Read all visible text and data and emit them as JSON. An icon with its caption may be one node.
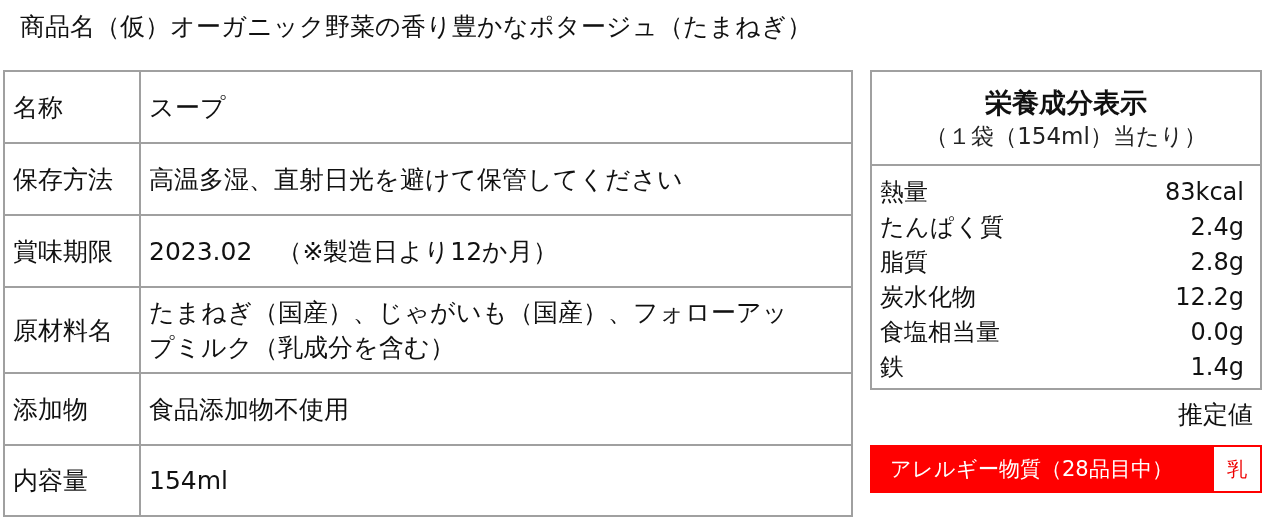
{
  "diagram": {
    "title": "商品名（仮）オーガニック野菜の香り豊かなポタージュ（たまねぎ）",
    "labels": [
      "名称",
      "スープ",
      "保存方法",
      "高温多湿、直射日光を避けて保管してください",
      "賞味期限",
      "2023.02　（※製造日より12か月）",
      "原材料名",
      "たまねぎ（国産）、じゃがいも（国産）、フォローアップミルク（乳成分を含む）",
      "添加物",
      "食品添加物不使用",
      "内容量",
      "154ml",
      "栄養成分表示",
      "（１袋（154ml）当たり）",
      "熱量",
      "83kcal",
      "たんぱく質",
      "2.4g",
      "脂質",
      "2.8g",
      "炭水化物",
      "12.2g",
      "食塩相当量",
      "0.0g",
      "鉄",
      "1.4g",
      "推定値",
      "アレルギー物質（28品目中）",
      "乳"
    ]
  }
}
